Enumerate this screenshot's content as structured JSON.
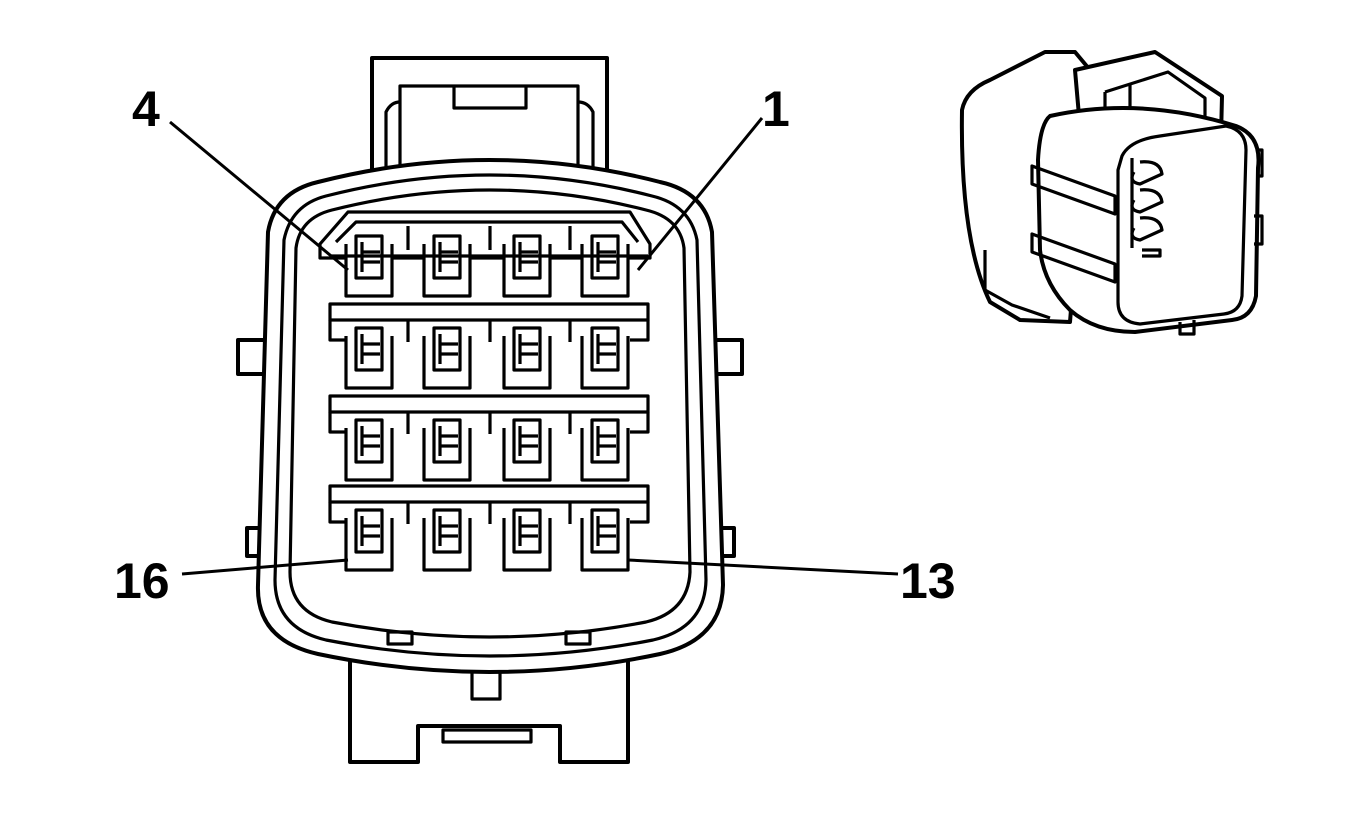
{
  "diagram": {
    "callouts": {
      "pin_1": "1",
      "pin_4": "4",
      "pin_13": "13",
      "pin_16": "16"
    },
    "terminal_cavities": 16,
    "line_color": "#000000",
    "background_color": "#ffffff"
  }
}
